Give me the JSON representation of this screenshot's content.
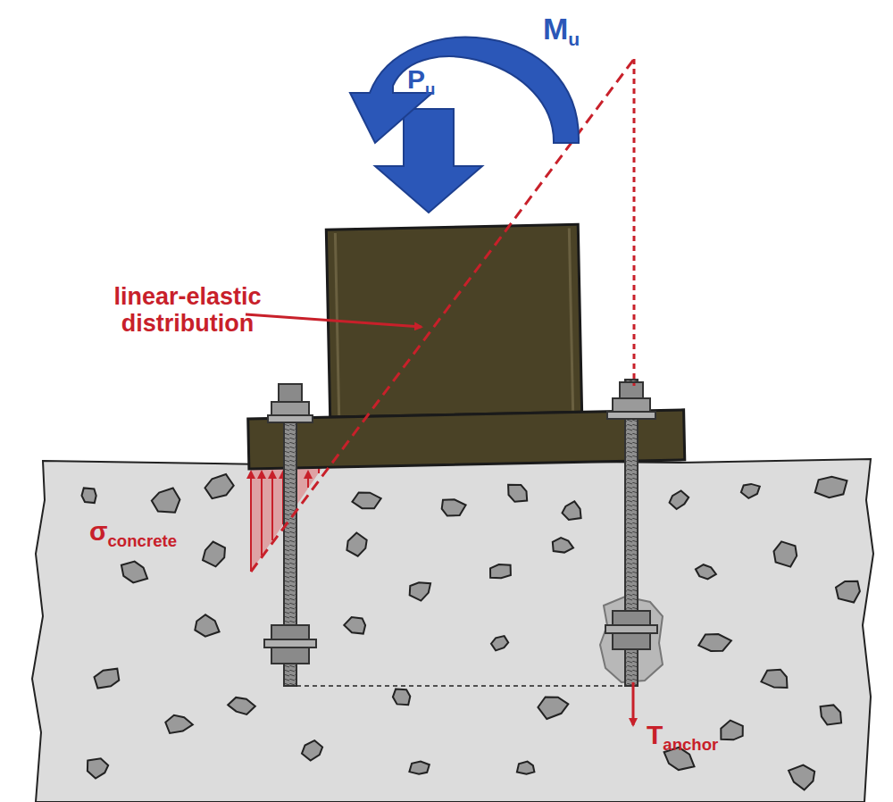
{
  "diagram": {
    "labels": [
      "Mu",
      "Pu",
      "linear-elastic distribution",
      "σconcrete",
      "Tanchor"
    ]
  }
}
